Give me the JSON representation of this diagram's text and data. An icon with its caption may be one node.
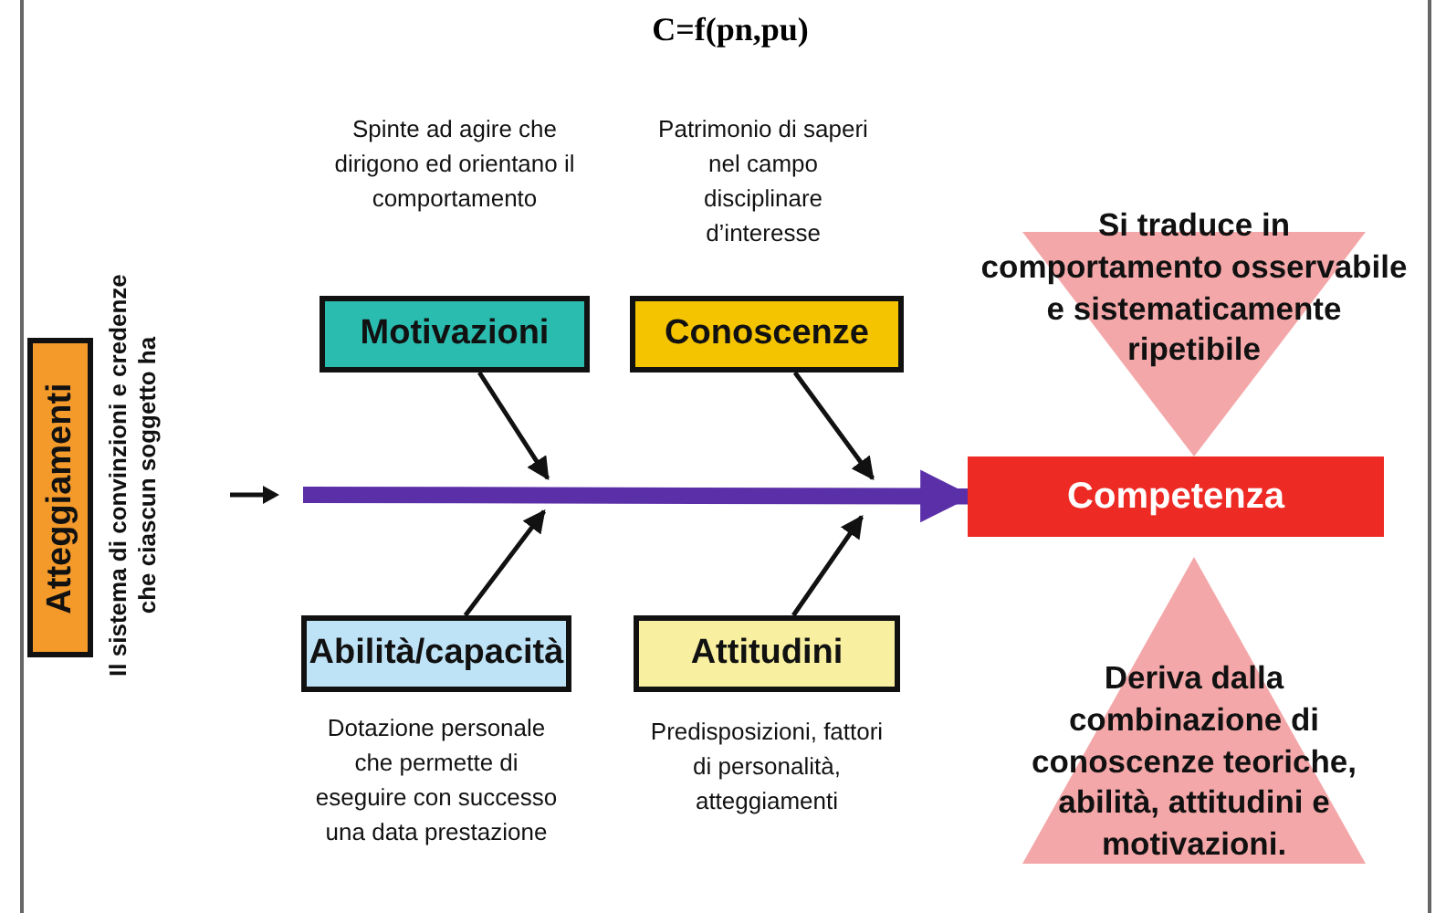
{
  "diagram": {
    "title": "C=f(pn,pu)",
    "nodes": [
      {
        "text": [
          "Atteggiamenti"
        ],
        "beside": [
          "Il sistema di convinzioni e credenze che ciascun soggetto ha"
        ]
      },
      {
        "text": [
          "Motivazioni"
        ],
        "beside": [
          "Spinte ad agire che dirigono ed orientano il comportamento"
        ]
      },
      {
        "text": [
          "Conoscenze"
        ],
        "beside": [
          "Patrimonio di saperi nel campo disciplinare d’interesse"
        ]
      },
      {
        "text": [
          "Abilità/capacità"
        ],
        "beside": [
          "Dotazione personale che permette di eseguire con successo una data prestazione"
        ]
      },
      {
        "text": [
          "Attitudini"
        ],
        "beside": [
          "Predisposizioni, fattori di personalità, atteggiamenti"
        ]
      },
      {
        "text": [
          "Competenza"
        ]
      },
      {
        "text": [
          "Si traduce in comportamento osservabile e sistematicamente ripetibile"
        ]
      },
      {
        "text": [
          "Deriva dalla combinazione di conoscenze teoriche, abilità, attitudini e motivazioni."
        ]
      }
    ],
    "edges": [
      {
        "from": null,
        "to": 5,
        "arrow": "to",
        "style": "thick",
        "color": "#5b2fa8"
      },
      {
        "from": 1,
        "to": null,
        "arrow": "to"
      },
      {
        "from": 3,
        "to": null,
        "arrow": "to"
      },
      {
        "from": 2,
        "to": null,
        "arrow": "to"
      },
      {
        "from": 4,
        "to": null,
        "arrow": "to"
      }
    ]
  }
}
